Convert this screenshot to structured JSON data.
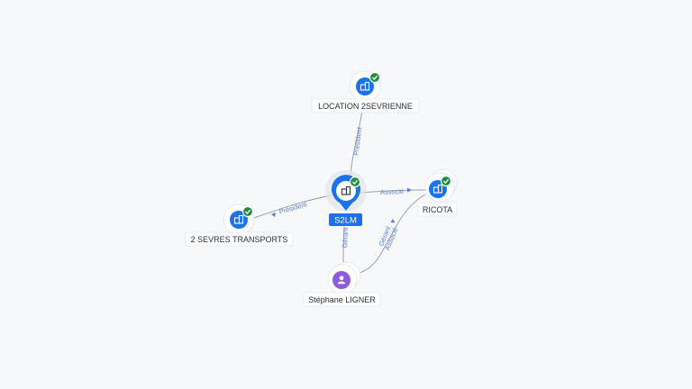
{
  "nodes": {
    "s2lm": {
      "label": "S2LM",
      "type": "company",
      "focus": true,
      "verified": true
    },
    "location": {
      "label": "LOCATION 2SEVRIENNE",
      "type": "company",
      "verified": true
    },
    "transports": {
      "label": "2 SEVRES TRANSPORTS",
      "type": "company",
      "verified": true
    },
    "ricota": {
      "label": "RICOTA",
      "type": "company",
      "verified": true
    },
    "stephane": {
      "label": "Stéphane LIGNER",
      "type": "person",
      "verified": false
    }
  },
  "edges": {
    "s2lm_location": {
      "label": "Président"
    },
    "s2lm_transports": {
      "label": "Président"
    },
    "s2lm_ricota": {
      "label": "Associé"
    },
    "stephane_s2lm": {
      "label": "Gérant"
    },
    "stephane_ricota": {
      "label": "Gérant",
      "label2": "Associé"
    }
  },
  "icons": {
    "company": "building-icon",
    "person": "person-icon",
    "verified": "check-badge-icon"
  },
  "colors": {
    "accent": "#1a73e8",
    "verified": "#1e8e3e",
    "person": "#8e5bdb",
    "edge": "#8f98a6",
    "edge_label": "#5a7ee8"
  }
}
